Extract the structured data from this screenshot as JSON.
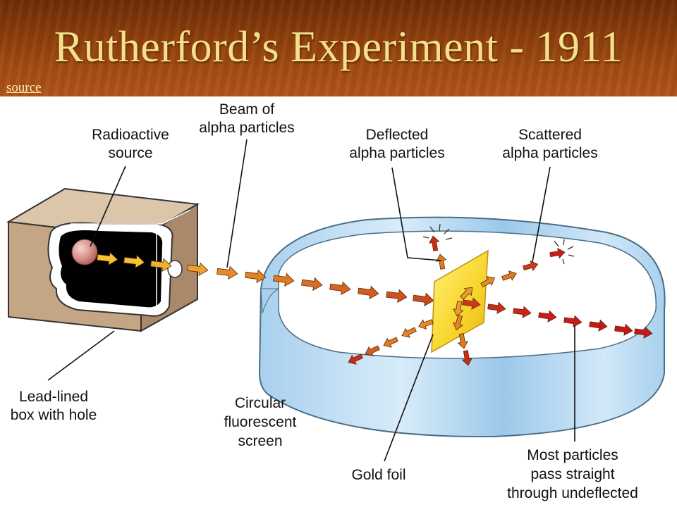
{
  "slide": {
    "title": "Rutherford’s Experiment - 1911",
    "source_link": "source"
  },
  "labels": {
    "beam": [
      "Beam of",
      "alpha particles"
    ],
    "radioactive_source": [
      "Radioactive",
      "source"
    ],
    "deflected": [
      "Deflected",
      "alpha particles"
    ],
    "scattered": [
      "Scattered",
      "alpha particles"
    ],
    "lead_box": [
      "Lead-lined",
      "box with hole"
    ],
    "circular_screen": [
      "Circular",
      "fluorescent",
      "screen"
    ],
    "gold_foil": [
      "Gold foil"
    ],
    "most_particles": [
      "Most particles",
      "pass straight",
      "through undeflected"
    ]
  },
  "colors": {
    "header_bg": "#8a3c0a",
    "title_text": "#f4e08a",
    "screen": "#b9dcf4",
    "box": "#c4a584",
    "gold_foil": "#f5d020",
    "arrow_yellow": "#f4c430",
    "arrow_orange": "#e07a20",
    "arrow_red": "#cc1a1a"
  }
}
